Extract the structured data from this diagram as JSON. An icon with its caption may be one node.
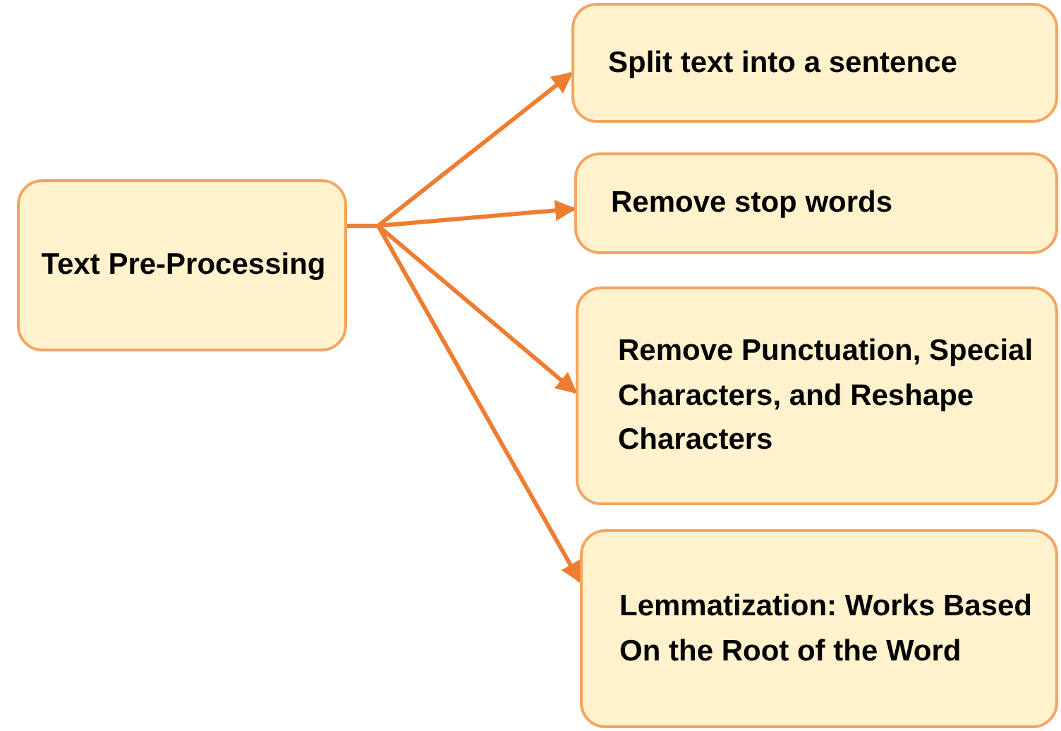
{
  "diagram": {
    "nodes": [
      {
        "text": [
          "Text Pre-Processing"
        ]
      },
      {
        "text": [
          "Split text into a sentence"
        ]
      },
      {
        "text": [
          "Remove stop words"
        ]
      },
      {
        "text": [
          "Remove Punctuation, Special Characters, and Reshape Characters"
        ]
      },
      {
        "text": [
          "Lemmatization: Works Based On the Root of the Word"
        ]
      }
    ],
    "edges": [
      {
        "from": 0,
        "to": 1,
        "arrow": "to"
      },
      {
        "from": 0,
        "to": 2,
        "arrow": "to"
      },
      {
        "from": 0,
        "to": 3,
        "arrow": "to"
      },
      {
        "from": 0,
        "to": 4,
        "arrow": "to"
      }
    ]
  }
}
